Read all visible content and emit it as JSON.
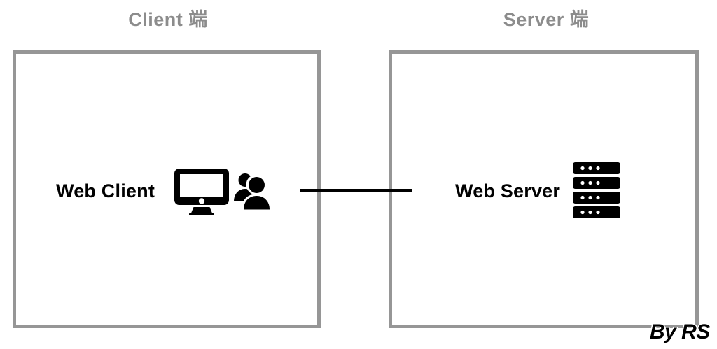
{
  "diagram": {
    "background_color": "#ffffff",
    "box_border_color": "#969696",
    "title_color": "#8c8c8c",
    "label_color": "#000000",
    "connector_color": "#000000",
    "sections": [
      {
        "title": "Client 端",
        "node_label": "Web Client",
        "icons": [
          "desktop-monitor-icon",
          "users-icon"
        ]
      },
      {
        "title": "Server 端",
        "node_label": "Web Server",
        "icons": [
          "server-rack-icon"
        ]
      }
    ],
    "connector": {
      "name": "client-server-link",
      "style": "solid-line"
    },
    "watermark": "By RS"
  }
}
